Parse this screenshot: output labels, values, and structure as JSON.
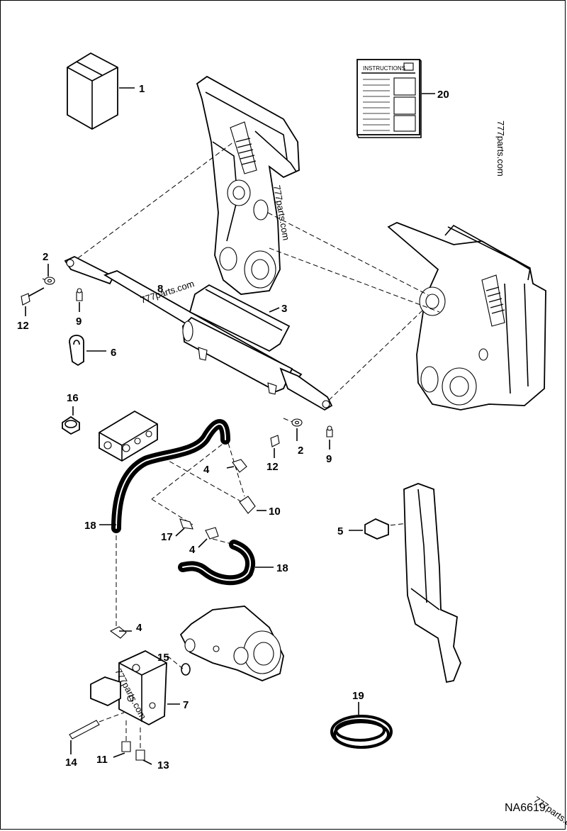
{
  "callouts": {
    "c1": "1",
    "c2a": "2",
    "c2b": "2",
    "c3": "3",
    "c4a": "4",
    "c4b": "4",
    "c4c": "4",
    "c5": "5",
    "c6": "6",
    "c7": "7",
    "c8": "8",
    "c9a": "9",
    "c9b": "9",
    "c10": "10",
    "c11": "11",
    "c12a": "12",
    "c12b": "12",
    "c13": "13",
    "c14": "14",
    "c15": "15",
    "c16": "16",
    "c17": "17",
    "c18a": "18",
    "c18b": "18",
    "c19": "19",
    "c20": "20"
  },
  "instructions_title": "INSTRUCTIONS",
  "watermarks": {
    "w1": "777parts.com",
    "w2": "777parts.com",
    "w3": "777parts.com",
    "w4": "777parts.com",
    "w5": "777parts.c"
  },
  "drawing_code": "NA6619"
}
